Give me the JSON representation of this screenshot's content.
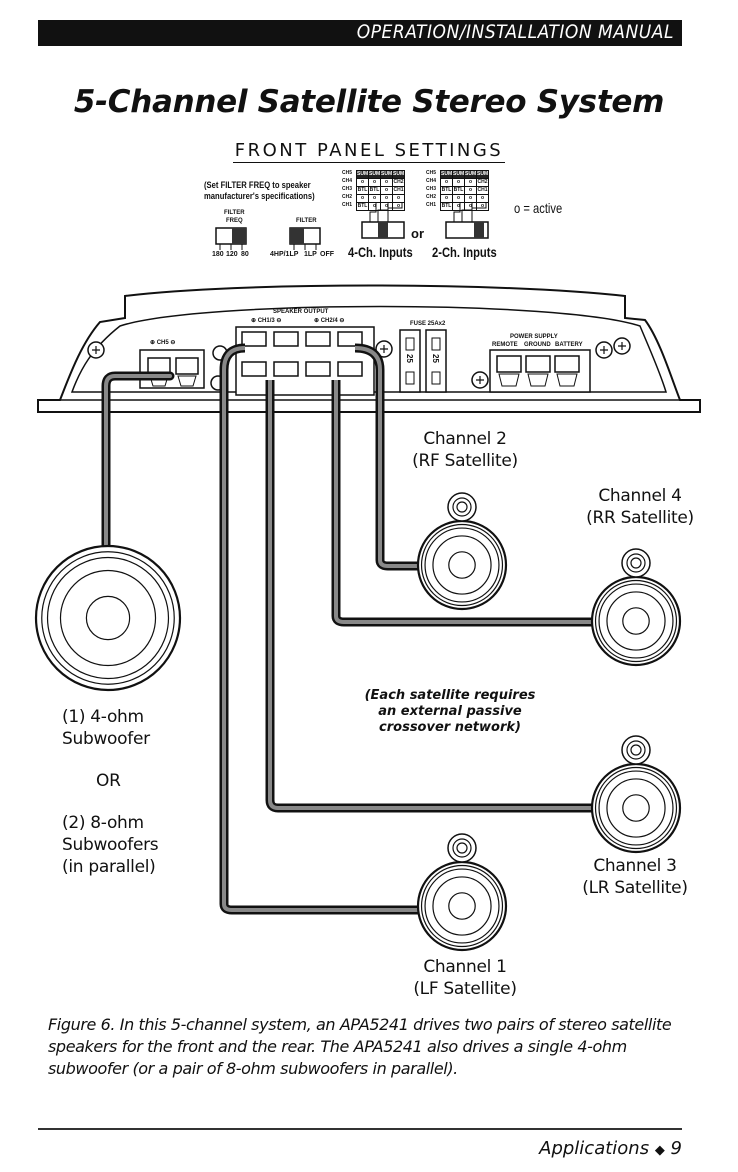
{
  "header": {
    "manual_label": "OPERATION/INSTALLATION MANUAL"
  },
  "title": "5-Channel Satellite Stereo System",
  "front_panel": {
    "heading": "FRONT PANEL SETTINGS",
    "filter_note_line1": "(Set FILTER FREQ to speaker",
    "filter_note_line2": "manufacturer's specifications)",
    "filter_freq_switch": {
      "label_line1": "FILTER",
      "label_line2": "FREQ",
      "positions": [
        "180",
        "120",
        "80"
      ]
    },
    "filter_switch": {
      "label": "FILTER",
      "positions": [
        "4HP/1LP",
        "1LP",
        "OFF"
      ]
    },
    "or_label": "or",
    "active_legend": "o = active",
    "input_grids": [
      {
        "caption": "4-Ch. Inputs",
        "rows": [
          {
            "ch": "CH5",
            "cells": [
              "SUM",
              "SUM",
              "SUM",
              "SUM"
            ]
          },
          {
            "ch": "CH4",
            "cells": [
              "o",
              "o",
              "o",
              "CH2"
            ]
          },
          {
            "ch": "CH3",
            "cells": [
              "BTL",
              "BTL",
              "o",
              "CH1"
            ]
          },
          {
            "ch": "CH2",
            "cells": [
              "o",
              "o",
              "o",
              "o"
            ]
          },
          {
            "ch": "CH1",
            "cells": [
              "BTL",
              "o",
              "o",
              "o"
            ]
          }
        ]
      },
      {
        "caption": "2-Ch. Inputs",
        "rows": [
          {
            "ch": "CH5",
            "cells": [
              "SUM",
              "SUM",
              "SUM",
              "SUM"
            ]
          },
          {
            "ch": "CH4",
            "cells": [
              "o",
              "o",
              "o",
              "CH2"
            ]
          },
          {
            "ch": "CH3",
            "cells": [
              "BTL",
              "BTL",
              "o",
              "CH1"
            ]
          },
          {
            "ch": "CH2",
            "cells": [
              "o",
              "o",
              "o",
              "o"
            ]
          },
          {
            "ch": "CH1",
            "cells": [
              "BTL",
              "o",
              "o",
              "o"
            ]
          }
        ]
      }
    ]
  },
  "amplifier": {
    "ch5_label": "⊕ CH5 ⊖",
    "speaker_output_label": "SPEAKER OUTPUT",
    "ch13_label": "⊕ CH1/3 ⊖",
    "ch24_label": "⊕ CH2/4 ⊖",
    "fuse_label": "FUSE 25Ax2",
    "fuse_value": "25",
    "power_supply_label": "POWER SUPPLY",
    "power_terminals": [
      "REMOTE",
      "GROUND",
      "BATTERY"
    ]
  },
  "speakers": {
    "ch2": {
      "line1": "Channel 2",
      "line2": "(RF Satellite)"
    },
    "ch4": {
      "line1": "Channel 4",
      "line2": "(RR Satellite)"
    },
    "ch3": {
      "line1": "Channel 3",
      "line2": "(LR Satellite)"
    },
    "ch1": {
      "line1": "Channel 1",
      "line2": "(LF Satellite)"
    },
    "subwoofer": {
      "line1": "(1) 4-ohm",
      "line2": "Subwoofer",
      "or": "OR",
      "line3": "(2) 8-ohm",
      "line4": "Subwoofers",
      "line5": "(in parallel)"
    }
  },
  "crossover_note": {
    "line1": "(Each satellite requires",
    "line2": "an external passive",
    "line3": "crossover network)"
  },
  "caption": "Figure 6. In this 5-channel system, an APA5241 drives two pairs of stereo satellite speakers for the front and the rear. The APA5241 also drives a single 4-ohm subwoofer (or a pair of 8-ohm subwoofers in parallel).",
  "footer": {
    "section": "Applications",
    "separator": "◆",
    "page_number": "9"
  }
}
